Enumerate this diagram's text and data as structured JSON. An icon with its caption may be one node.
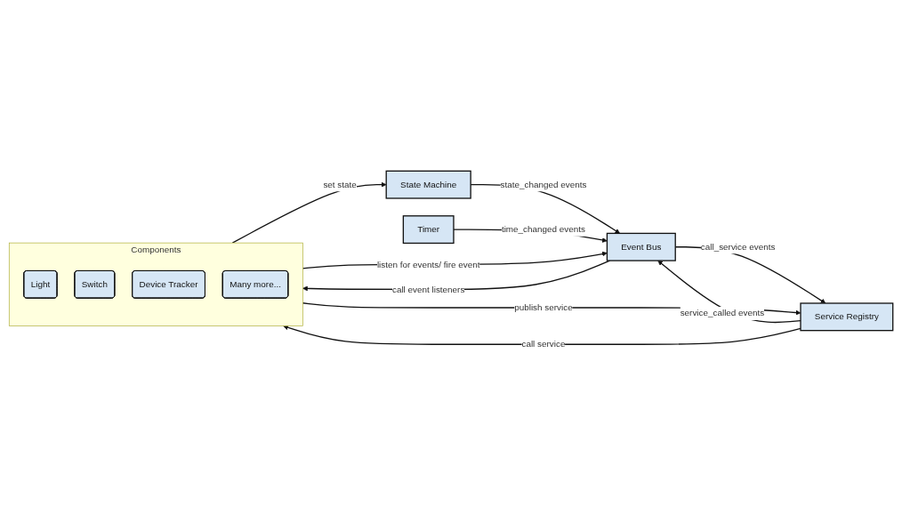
{
  "diagram": {
    "nodes": [
      {
        "text": [
          "Components"
        ]
      },
      {
        "text": [
          "Light"
        ],
        "in": 0
      },
      {
        "text": [
          "Switch"
        ],
        "in": 0
      },
      {
        "text": [
          "Device Tracker"
        ],
        "in": 0
      },
      {
        "text": [
          "Many more..."
        ],
        "in": 0
      },
      {
        "text": [
          "State Machine"
        ]
      },
      {
        "text": [
          "Event Bus"
        ]
      },
      {
        "text": [
          "Timer"
        ]
      },
      {
        "text": [
          "Service Registry"
        ]
      }
    ],
    "edges": [
      {
        "from": 0,
        "to": 5,
        "arrow": "to",
        "label": "set state"
      },
      {
        "from": 5,
        "to": 6,
        "arrow": "to",
        "label": "state_changed events"
      },
      {
        "from": 0,
        "to": 6,
        "arrow": "to",
        "label": "listen for events/ fire event"
      },
      {
        "from": 6,
        "to": 0,
        "arrow": "to",
        "label": "call event listeners"
      },
      {
        "from": 7,
        "to": 6,
        "arrow": "to",
        "label": "time_changed events"
      },
      {
        "from": 6,
        "to": 8,
        "arrow": "to",
        "label": "call_service events"
      },
      {
        "from": 8,
        "to": 6,
        "arrow": "to",
        "label": "service_called events"
      },
      {
        "from": 0,
        "to": 8,
        "arrow": "to",
        "label": "publish service"
      },
      {
        "from": 8,
        "to": 0,
        "arrow": "to",
        "label": "call service"
      }
    ]
  }
}
